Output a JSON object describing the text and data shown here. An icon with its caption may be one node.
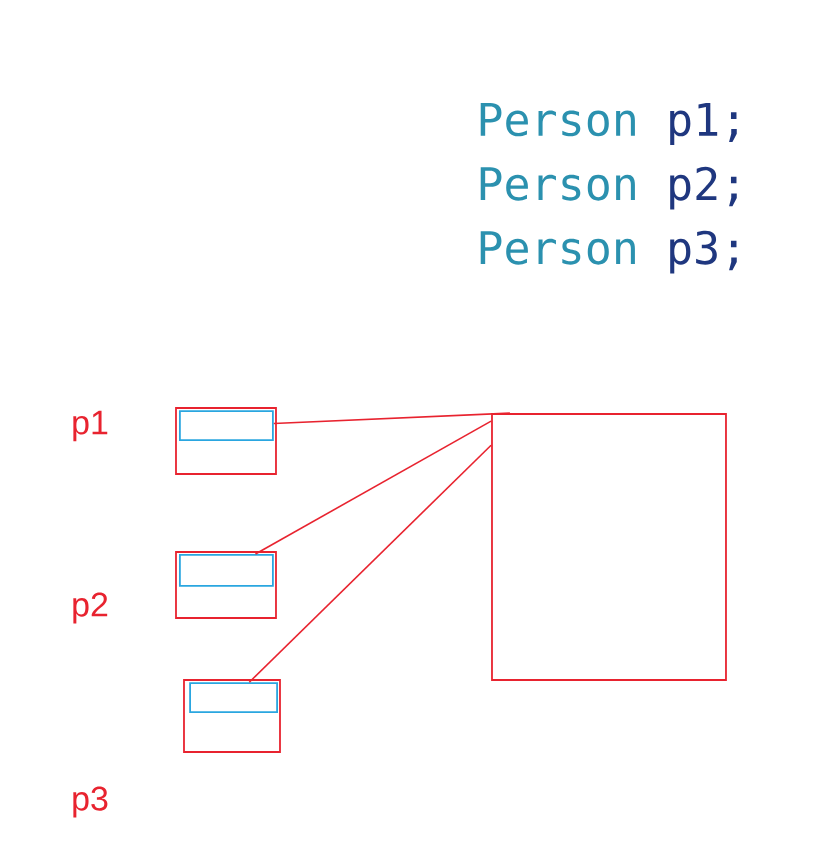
{
  "diagram": {
    "nodes": [
      {
        "text": [],
        "shape": "box"
      },
      {
        "text": [],
        "shape": "box",
        "in": 0
      },
      {
        "text": [],
        "shape": "box"
      },
      {
        "text": [],
        "shape": "box",
        "in": 2
      },
      {
        "text": [],
        "shape": "box"
      },
      {
        "text": [],
        "shape": "box",
        "in": 4
      },
      {
        "text": [],
        "shape": "box"
      }
    ],
    "edges": [
      {
        "from": 1,
        "to": 6,
        "arrow": "none"
      },
      {
        "from": 3,
        "to": 6,
        "arrow": "none"
      },
      {
        "from": 5,
        "to": 6,
        "arrow": "none"
      }
    ],
    "labels": [
      "Person p1;",
      "Person p2;",
      "Person p3;",
      "p1",
      "p2",
      "p3"
    ]
  }
}
